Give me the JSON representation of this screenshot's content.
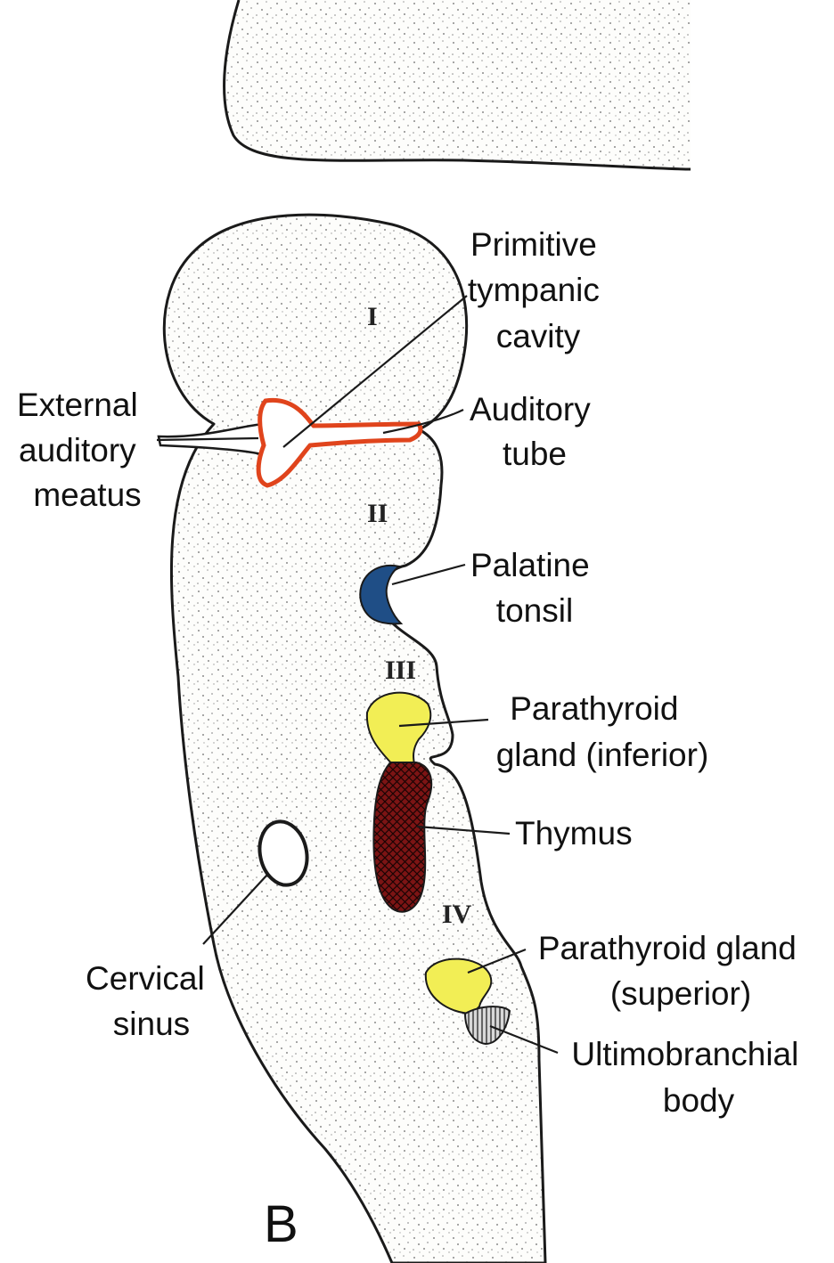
{
  "diagram": {
    "panel_letter": "B",
    "arch_numerals": [
      "I",
      "II",
      "III",
      "IV"
    ],
    "labels": {
      "primitive_tympanic_cavity": [
        "Primitive",
        "tympanic",
        "cavity"
      ],
      "external_auditory_meatus": [
        "External",
        "auditory",
        "meatus"
      ],
      "auditory_tube": [
        "Auditory",
        "tube"
      ],
      "palatine_tonsil": [
        "Palatine",
        "tonsil"
      ],
      "parathyroid_inferior": [
        "Parathyroid",
        "gland (inferior)"
      ],
      "thymus": [
        "Thymus"
      ],
      "cervical_sinus": [
        "Cervical",
        "sinus"
      ],
      "parathyroid_superior": [
        "Parathyroid gland",
        "(superior)"
      ],
      "ultimobranchial_body": [
        "Ultimobranchial",
        "body"
      ]
    },
    "colors": {
      "tympanic_cavity_outline": "#e0441c",
      "palatine_tonsil": "#1f4e86",
      "parathyroid": "#f2ee55",
      "thymus": "#7c1414",
      "tissue_stipple": "#8a8a8a",
      "outline": "#1a1a1a"
    }
  }
}
